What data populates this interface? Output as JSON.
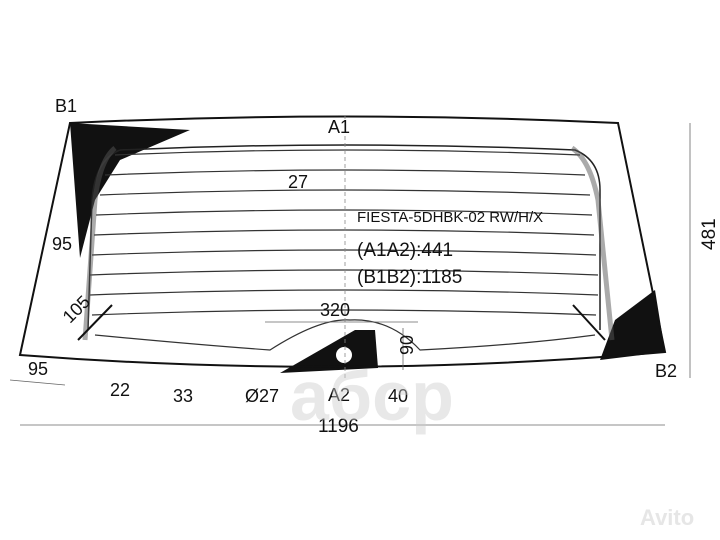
{
  "diagram": {
    "title": "FIESTA-5DHBK-02 RW/H/X",
    "spec_a1a2": "(A1A2):441",
    "spec_b1b2": "(B1B2):1185",
    "points": {
      "b1": "B1",
      "a1": "A1",
      "a2": "A2",
      "b2": "B2"
    },
    "dimensions": {
      "top_band": "27",
      "side_left": "95",
      "corner": "105",
      "bottom_left": "95",
      "bottom_22": "22",
      "bottom_33": "33",
      "hole_diameter": "Ø27",
      "notch_width": "320",
      "notch_height": "90",
      "hole_offset": "40",
      "overall_width": "1196",
      "overall_height": "481"
    }
  },
  "watermarks": {
    "center": "aбcp",
    "corner": "Avito"
  }
}
